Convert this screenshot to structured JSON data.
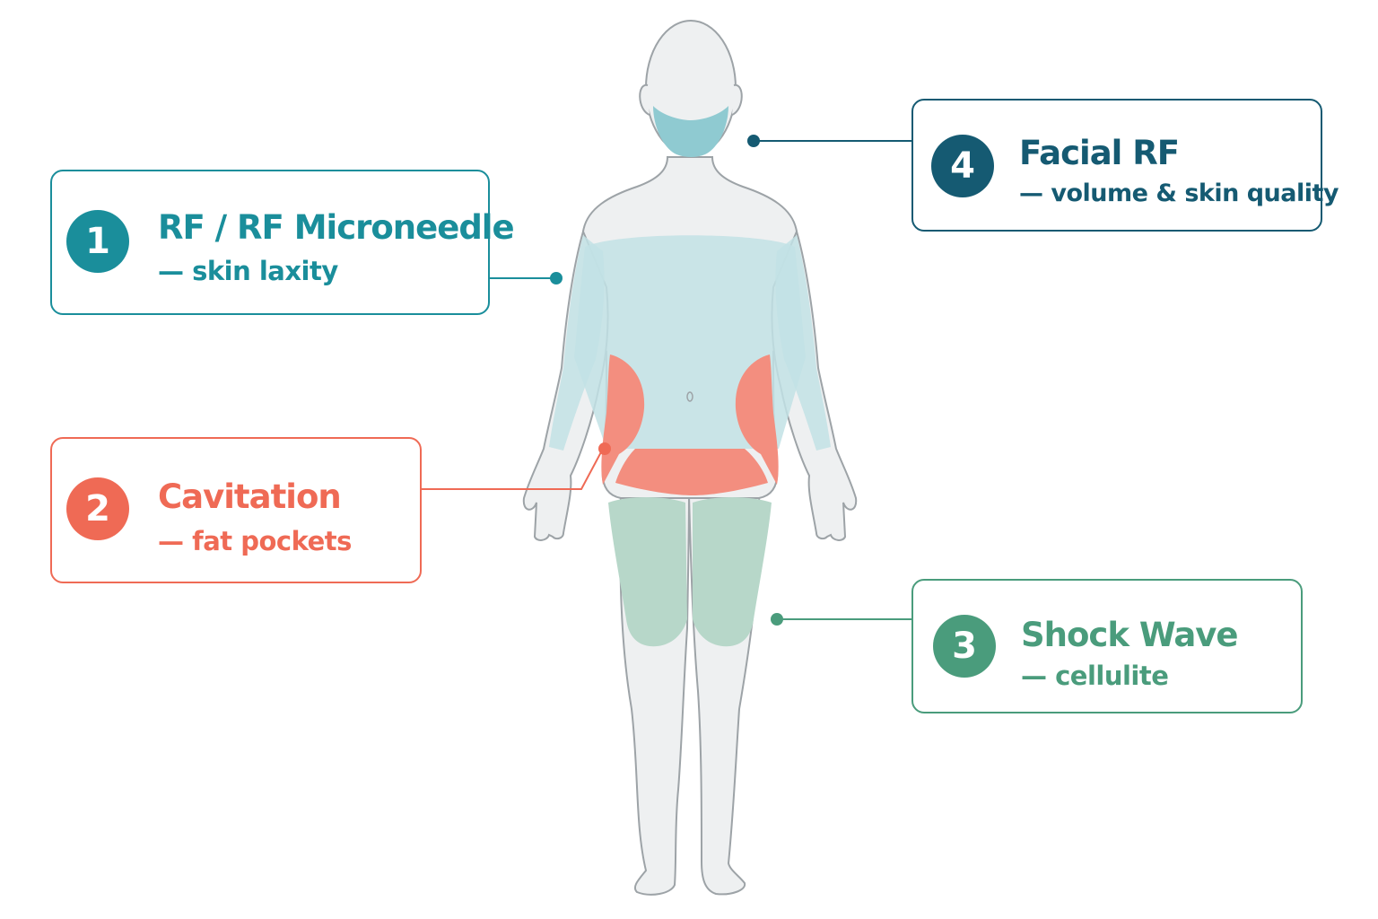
{
  "colors": {
    "teal": "#1a8e9b",
    "coral": "#ef6a55",
    "green": "#4a9c7c",
    "navy": "#155a72",
    "skin": "#eef0f1",
    "outline": "#9da3a7",
    "upper_zone": "#c2e2e5",
    "fat_zone": "#f38e7f",
    "thigh_zone": "#b7d7c9",
    "face_zone": "#8fcad1"
  },
  "callouts": [
    {
      "number": "1",
      "title": "RF / RF Microneedle",
      "subtitle": "— skin laxity"
    },
    {
      "number": "2",
      "title": "Cavitation",
      "subtitle": "— fat pockets"
    },
    {
      "number": "3",
      "title": "Shock Wave",
      "subtitle": "— cellulite"
    },
    {
      "number": "4",
      "title": "Facial RF",
      "subtitle": "— volume & skin quality"
    }
  ]
}
